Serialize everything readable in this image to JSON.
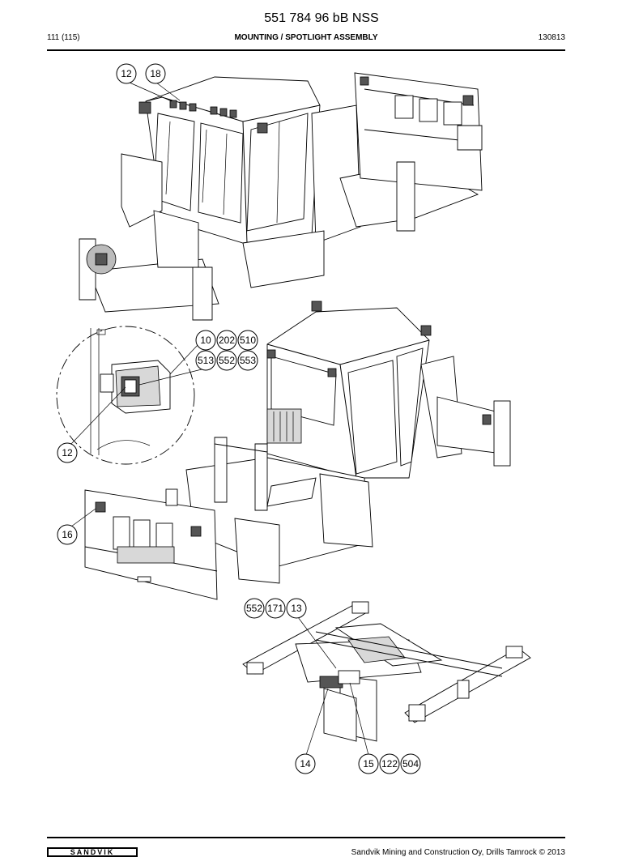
{
  "header": {
    "doc_title": "551 784 96 bB NSS",
    "page_ref": "111 (115)",
    "section_title": "MOUNTING / SPOTLIGHT ASSEMBLY",
    "date_code": "130813"
  },
  "callouts": {
    "top": [
      "12",
      "18"
    ],
    "detail": [
      "10",
      "202",
      "510",
      "513",
      "552",
      "553",
      "12"
    ],
    "middle": [
      "16"
    ],
    "bottom": [
      "552",
      "171",
      "13",
      "14",
      "15",
      "122",
      "504"
    ]
  },
  "footer": {
    "logo_text": "SANDVIK",
    "copyright": "Sandvik Mining and Construction Oy, Drills Tamrock © 2013"
  }
}
